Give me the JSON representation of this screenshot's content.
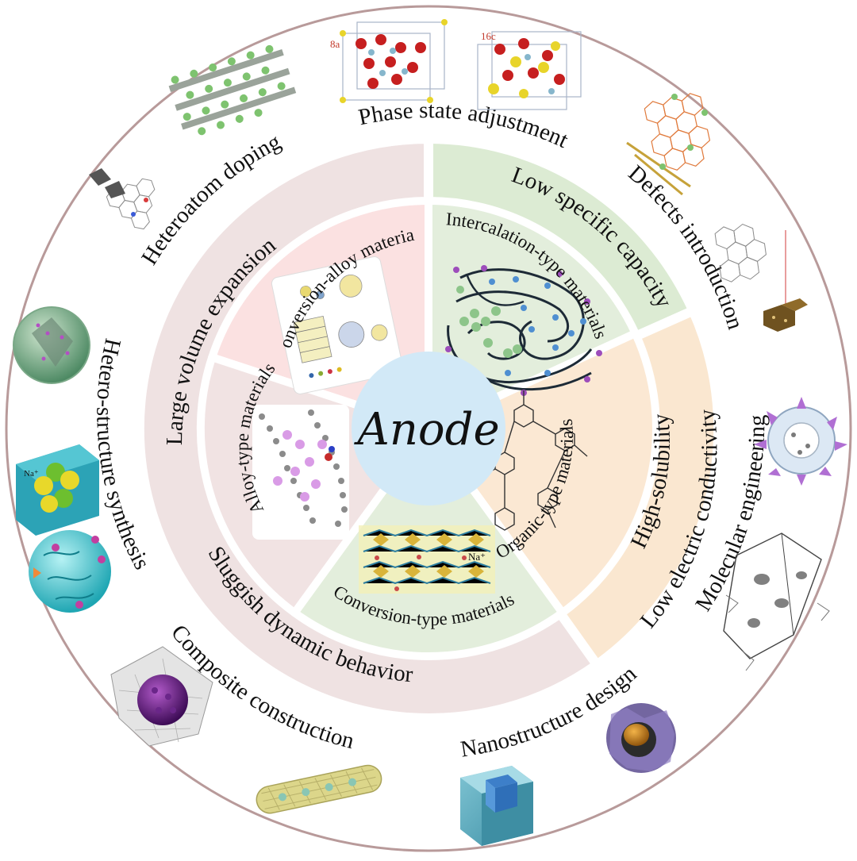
{
  "center": {
    "title": "Anode"
  },
  "inner_ring": [
    {
      "label": "Conversion-alloy materials"
    },
    {
      "label": "Intercalation-type materials"
    },
    {
      "label": "Organic-type materials"
    },
    {
      "label": "Conversion-type materials"
    },
    {
      "label": "Alloy-type materials"
    }
  ],
  "challenge_ring": [
    {
      "label": "Large volume expansion"
    },
    {
      "label": "Low specific capacity"
    },
    {
      "label": "High-solubility"
    },
    {
      "label": "Low electric conductivity"
    },
    {
      "label": "Sluggish dynamic behavior"
    }
  ],
  "strategy_ring": [
    {
      "label": "Phase state adjustment"
    },
    {
      "label": "Defects introduction"
    },
    {
      "label": "Molecular engineering"
    },
    {
      "label": "Nanostructure design"
    },
    {
      "label": "Composite construction"
    },
    {
      "label": "Hetero-structure synthesis"
    },
    {
      "label": "Heteroatom doping"
    }
  ],
  "figure_labels": {
    "left_site": "8a",
    "right_site": "16c",
    "sodium_ion": "Na⁺"
  },
  "colors": {
    "challenge_pink": "#efe2e2",
    "challenge_green": "#dcebd3",
    "challenge_orange": "#fae7d0",
    "inner_pink": "#fbe1e1",
    "inner_green": "#e3eedc",
    "inner_orange": "#fbe8d3",
    "inner_rose": "#f1e3e3",
    "center_blue": "#d2e9f7",
    "outer_border": "#b89a9a"
  }
}
